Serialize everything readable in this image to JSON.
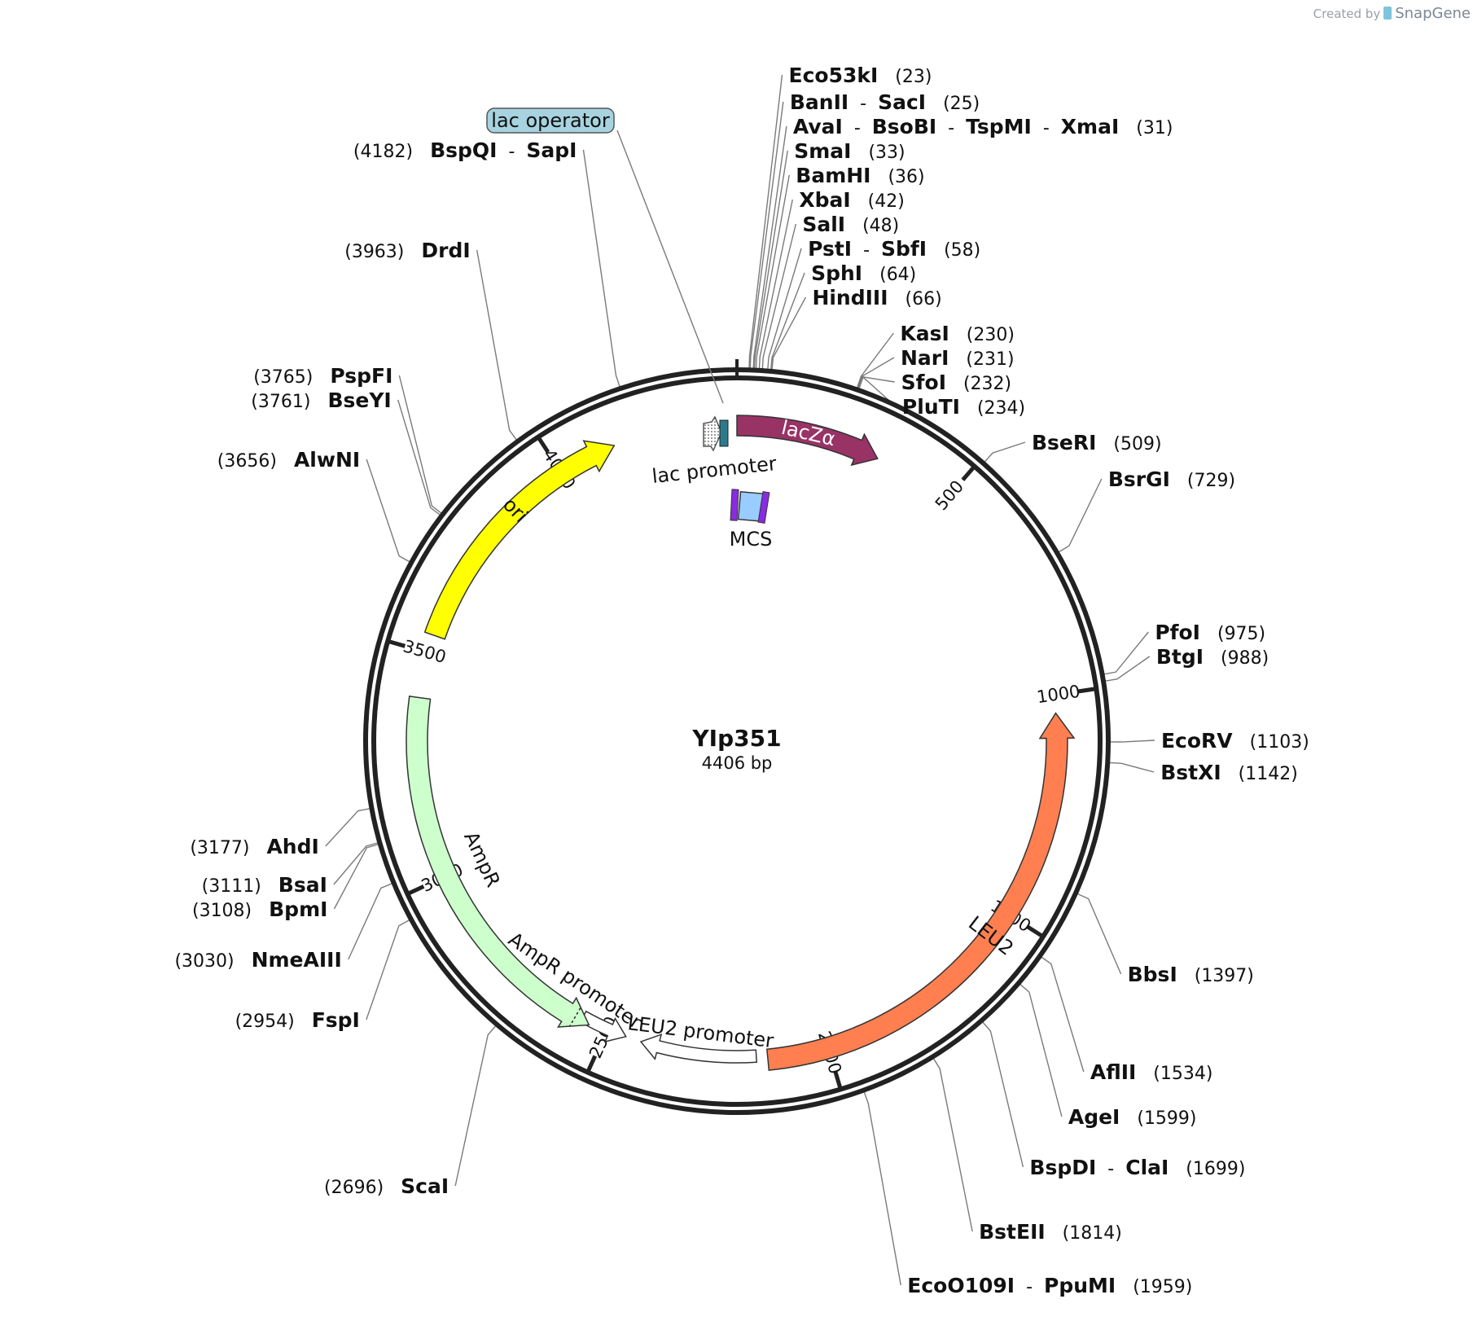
{
  "credit": {
    "prefix": "Created by",
    "brand": "SnapGene"
  },
  "plasmid": {
    "name": "YIp351",
    "size_label": "4406 bp",
    "length": 4406
  },
  "ticks": [
    {
      "bp": 500,
      "label": "500"
    },
    {
      "bp": 1000,
      "label": "1000"
    },
    {
      "bp": 1500,
      "label": "1500"
    },
    {
      "bp": 2000,
      "label": "2000"
    },
    {
      "bp": 2500,
      "label": "2500"
    },
    {
      "bp": 3000,
      "label": "3000"
    },
    {
      "bp": 3500,
      "label": "3500"
    },
    {
      "bp": 4000,
      "label": "4000"
    }
  ],
  "features": [
    {
      "name": "lacZα",
      "start": 0,
      "end": 324,
      "color": "#993366",
      "label_color": "#ffffff",
      "direction": "cw"
    },
    {
      "name": "LEU2",
      "start": 1040,
      "end": 2135,
      "color": "#ff7f50",
      "label_color": "#111111",
      "direction": "ccw"
    },
    {
      "name": "LEU2 promoter",
      "start": 2160,
      "end": 2420,
      "color": "#ffffff",
      "label_color": "#111111",
      "direction": "cw"
    },
    {
      "name": "AmpR promoter",
      "start": 2455,
      "end": 2560,
      "color": "#ffffff",
      "label_color": "#111111",
      "direction": "ccw"
    },
    {
      "name": "AmpR",
      "start": 2540,
      "end": 3400,
      "color": "#ccffcc",
      "label_color": "#111111",
      "direction": "ccw"
    },
    {
      "name": "ori",
      "start": 3540,
      "end": 4130,
      "color": "#ffff00",
      "label_color": "#111111",
      "direction": "cw"
    },
    {
      "name": "lac promoter",
      "start": 4330,
      "end": 4360,
      "color": "#ffffff",
      "label_color": "#111111",
      "direction": "cw"
    },
    {
      "name": "MCS",
      "start": 0,
      "end": 0,
      "color": "#99ccff",
      "label_color": "#111111",
      "direction": "none"
    },
    {
      "name": "lac operator",
      "start": 0,
      "end": 0,
      "color": "#a7d3e0",
      "label_color": "#111111",
      "direction": "none"
    }
  ],
  "sites": [
    {
      "bp": 23,
      "names": [
        "Eco53kI"
      ],
      "pos": "(23)"
    },
    {
      "bp": 25,
      "names": [
        "BanII",
        "SacI"
      ],
      "pos": "(25)"
    },
    {
      "bp": 31,
      "names": [
        "AvaI",
        "BsoBI",
        "TspMI",
        "XmaI"
      ],
      "pos": "(31)"
    },
    {
      "bp": 33,
      "names": [
        "SmaI"
      ],
      "pos": "(33)"
    },
    {
      "bp": 36,
      "names": [
        "BamHI"
      ],
      "pos": "(36)"
    },
    {
      "bp": 42,
      "names": [
        "XbaI"
      ],
      "pos": "(42)"
    },
    {
      "bp": 48,
      "names": [
        "SalI"
      ],
      "pos": "(48)"
    },
    {
      "bp": 58,
      "names": [
        "PstI",
        "SbfI"
      ],
      "pos": "(58)"
    },
    {
      "bp": 64,
      "names": [
        "SphI"
      ],
      "pos": "(64)"
    },
    {
      "bp": 66,
      "names": [
        "HindIII"
      ],
      "pos": "(66)"
    },
    {
      "bp": 230,
      "names": [
        "KasI"
      ],
      "pos": "(230)"
    },
    {
      "bp": 231,
      "names": [
        "NarI"
      ],
      "pos": "(231)"
    },
    {
      "bp": 232,
      "names": [
        "SfoI"
      ],
      "pos": "(232)"
    },
    {
      "bp": 234,
      "names": [
        "PluTI"
      ],
      "pos": "(234)"
    },
    {
      "bp": 509,
      "names": [
        "BseRI"
      ],
      "pos": "(509)"
    },
    {
      "bp": 729,
      "names": [
        "BsrGI"
      ],
      "pos": "(729)"
    },
    {
      "bp": 975,
      "names": [
        "PfoI"
      ],
      "pos": "(975)"
    },
    {
      "bp": 988,
      "names": [
        "BtgI"
      ],
      "pos": "(988)"
    },
    {
      "bp": 1103,
      "names": [
        "EcoRV"
      ],
      "pos": "(1103)"
    },
    {
      "bp": 1142,
      "names": [
        "BstXI"
      ],
      "pos": "(1142)"
    },
    {
      "bp": 1397,
      "names": [
        "BbsI"
      ],
      "pos": "(1397)"
    },
    {
      "bp": 1534,
      "names": [
        "AflII"
      ],
      "pos": "(1534)"
    },
    {
      "bp": 1599,
      "names": [
        "AgeI"
      ],
      "pos": "(1599)"
    },
    {
      "bp": 1699,
      "names": [
        "BspDI",
        "ClaI"
      ],
      "pos": "(1699)"
    },
    {
      "bp": 1814,
      "names": [
        "BstEII"
      ],
      "pos": "(1814)"
    },
    {
      "bp": 1959,
      "names": [
        "EcoO109I",
        "PpuMI"
      ],
      "pos": "(1959)"
    },
    {
      "bp": 2696,
      "names": [
        "ScaI"
      ],
      "pos": "(2696)"
    },
    {
      "bp": 2954,
      "names": [
        "FspI"
      ],
      "pos": "(2954)"
    },
    {
      "bp": 3030,
      "names": [
        "NmeAIII"
      ],
      "pos": "(3030)"
    },
    {
      "bp": 3108,
      "names": [
        "BpmI"
      ],
      "pos": "(3108)"
    },
    {
      "bp": 3111,
      "names": [
        "BsaI"
      ],
      "pos": "(3111)"
    },
    {
      "bp": 3177,
      "names": [
        "AhdI"
      ],
      "pos": "(3177)"
    },
    {
      "bp": 3656,
      "names": [
        "AlwNI"
      ],
      "pos": "(3656)"
    },
    {
      "bp": 3761,
      "names": [
        "BseYI"
      ],
      "pos": "(3761)"
    },
    {
      "bp": 3765,
      "names": [
        "PspFI"
      ],
      "pos": "(3765)"
    },
    {
      "bp": 3963,
      "names": [
        "DrdI"
      ],
      "pos": "(3963)"
    },
    {
      "bp": 4182,
      "names": [
        "BspQI",
        "SapI"
      ],
      "pos": "(4182)"
    }
  ]
}
